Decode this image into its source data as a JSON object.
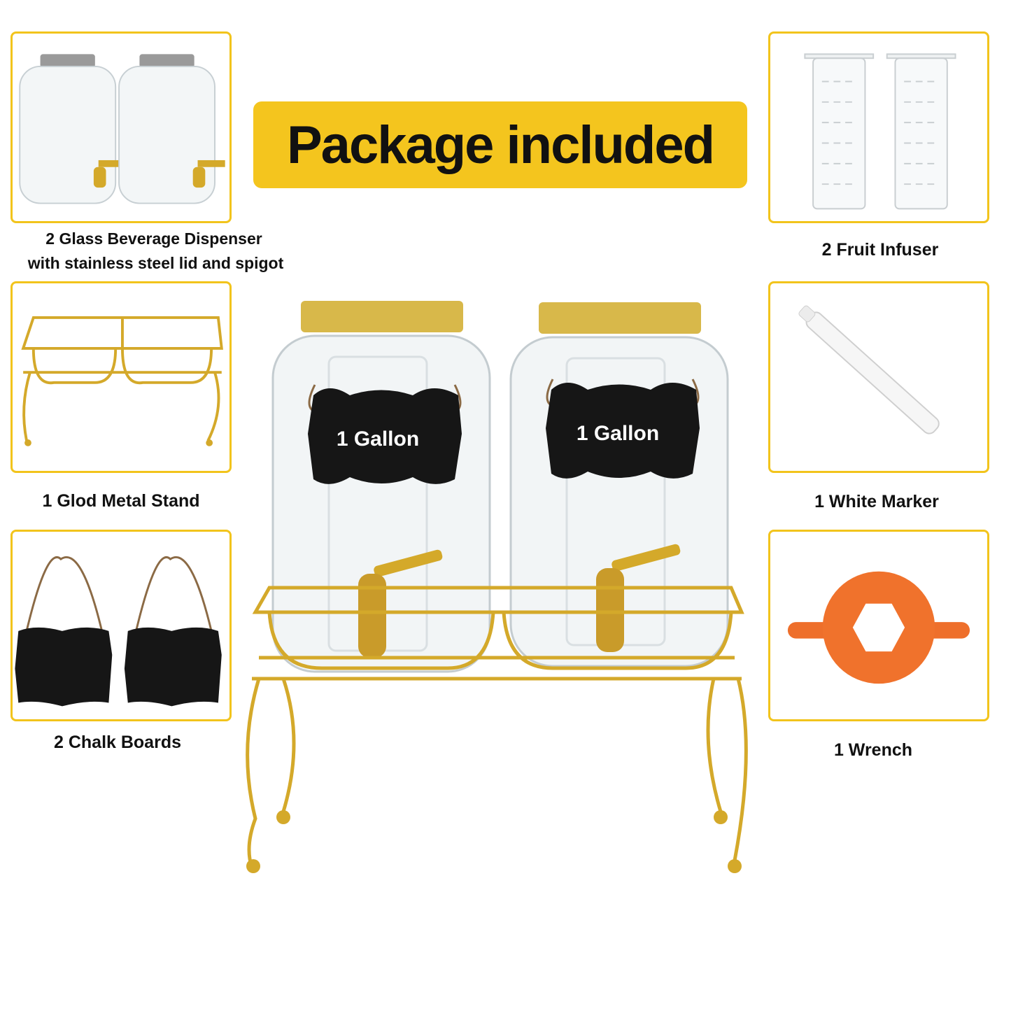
{
  "banner": {
    "title": "Package included"
  },
  "items": {
    "dispenser": {
      "line1": "2 Glass Beverage Dispenser",
      "line2": "with stainless steel lid and spigot"
    },
    "stand": {
      "label": "1 Glod Metal Stand"
    },
    "chalkboards": {
      "label": "2 Chalk  Boards"
    },
    "infuser": {
      "label": "2 Fruit Infuser"
    },
    "marker": {
      "label": "1 White Marker"
    },
    "wrench": {
      "label": "1 Wrench"
    }
  },
  "main_product": {
    "left_tag": "1 Gallon",
    "right_tag": "1 Gallon"
  },
  "colors": {
    "accent": "#f2c41c",
    "gold": "#d4a92a",
    "wrench": "#f0722c"
  }
}
